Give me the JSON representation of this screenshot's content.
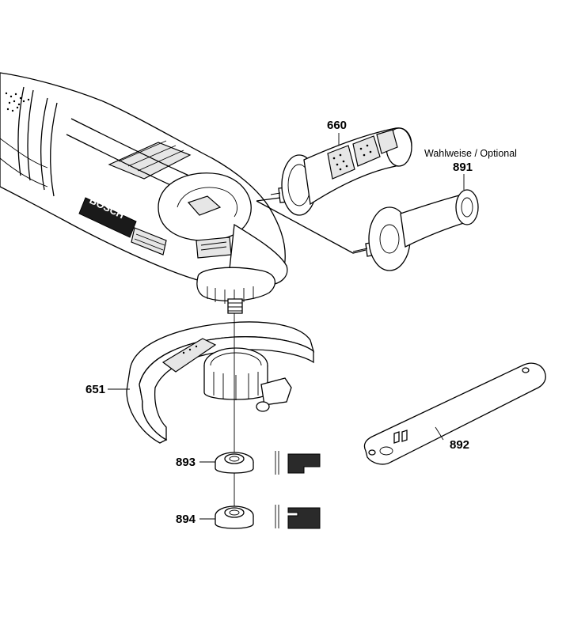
{
  "brand": "BOSCH",
  "parts": [
    {
      "id": "660",
      "label": "660",
      "description": ""
    },
    {
      "id": "891",
      "label": "891",
      "description": "Wahlweise / Optional"
    },
    {
      "id": "651",
      "label": "651",
      "description": ""
    },
    {
      "id": "892",
      "label": "892",
      "description": ""
    },
    {
      "id": "893",
      "label": "893",
      "description": ""
    },
    {
      "id": "894",
      "label": "894",
      "description": ""
    }
  ]
}
